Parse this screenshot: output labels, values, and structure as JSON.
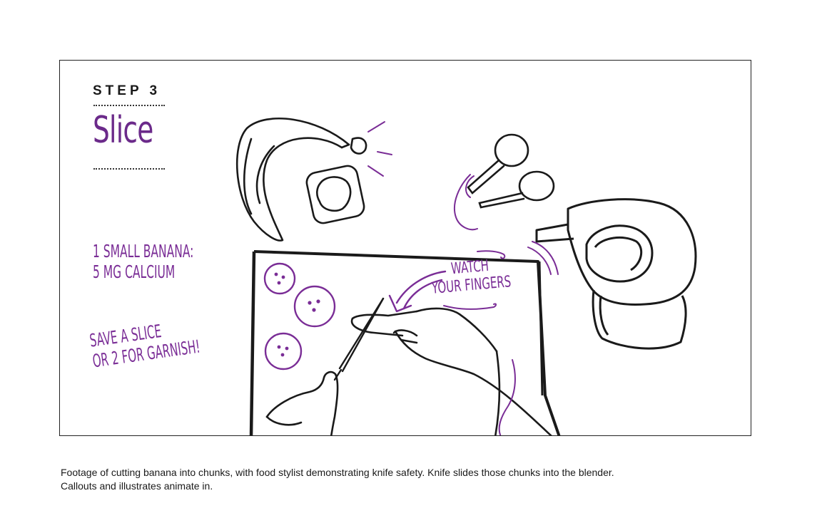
{
  "storyboard": {
    "step_label": "STEP 3",
    "step_title": "Slice",
    "fact_lines": [
      "1 SMALL BANANA:",
      "5 MG CALCIUM"
    ],
    "tip_lines": [
      "SAVE A SLICE",
      "OR 2 FOR GARNISH!"
    ],
    "callout_lines": [
      "WATCH",
      "YOUR FINGERS"
    ],
    "accent_color": "#7a2d96",
    "icons": [
      "banana-icon",
      "bowl-icon",
      "measuring-spoons-icon",
      "blender-icon",
      "cutting-board-icon",
      "knife-icon",
      "hand-icon",
      "arrow-icon"
    ]
  },
  "caption": {
    "line1": "Footage of cutting banana into chunks, with food stylist demonstrating knife safety. Knife slides those chunks into the blender.",
    "line2": "Callouts and illustrates animate in."
  }
}
